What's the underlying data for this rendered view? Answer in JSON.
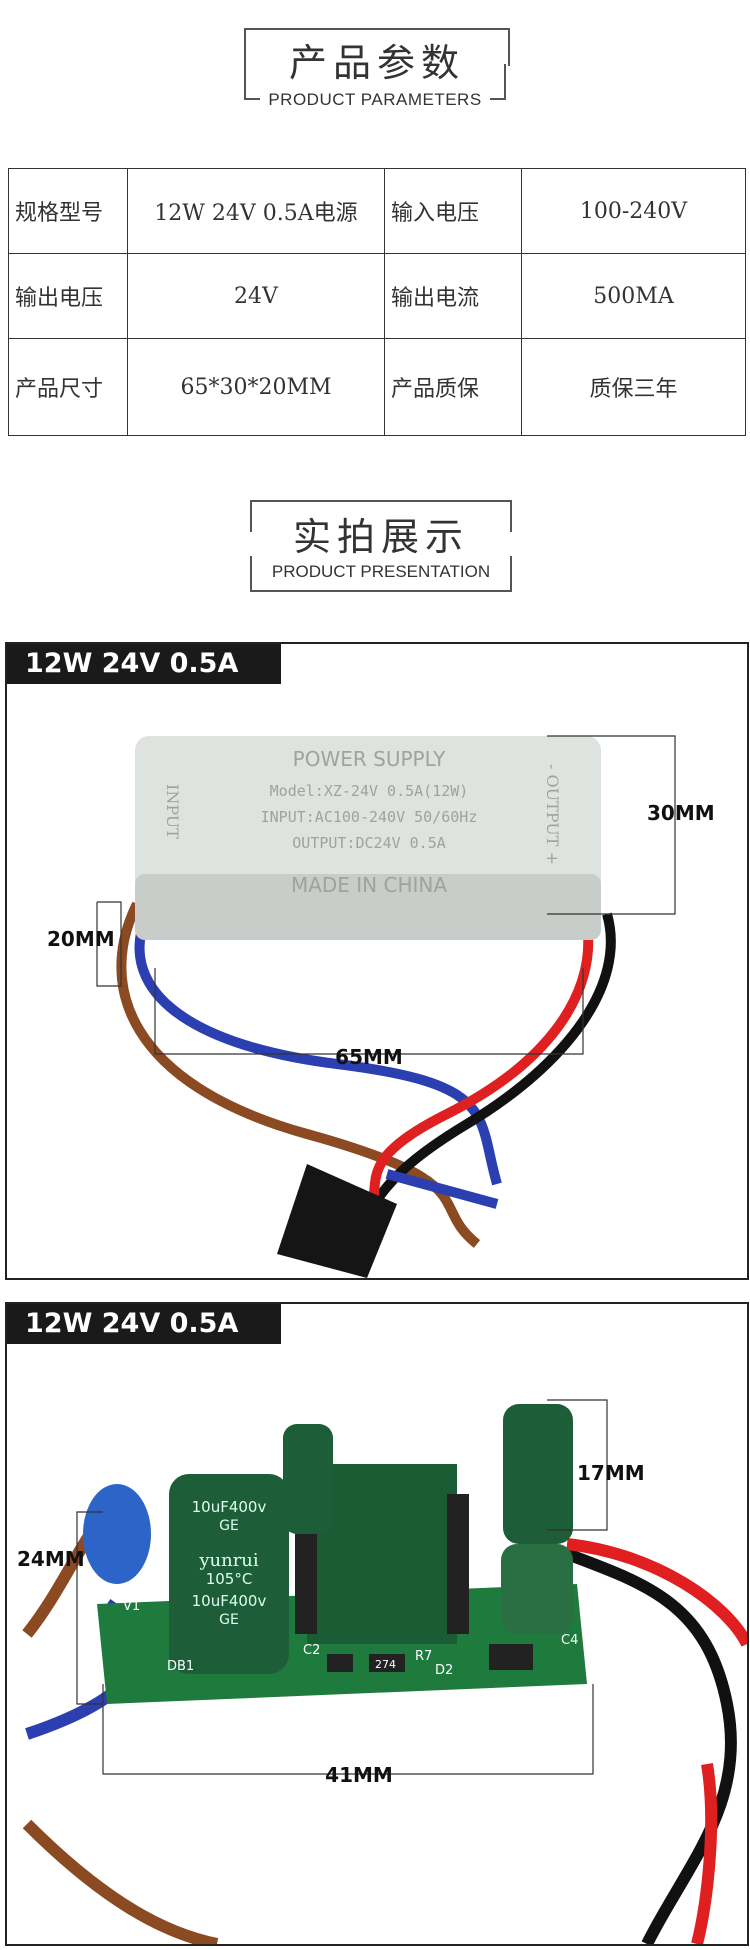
{
  "params_section": {
    "title_cn": "产品参数",
    "title_en": "PRODUCT PARAMETERS"
  },
  "params": [
    {
      "label1": "规格型号",
      "value1": "12W 24V 0.5A电源",
      "label2": "输入电压",
      "value2": "100-240V"
    },
    {
      "label1": "输出电压",
      "value1": "24V",
      "label2": "输出电流",
      "value2": "500MA"
    },
    {
      "label1": "产品尺寸",
      "value1": "65*30*20MM",
      "label2": "产品质保",
      "value2": "质保三年"
    }
  ],
  "presentation_section": {
    "title_cn": "实拍展示",
    "title_en": "PRODUCT PRESENTATION"
  },
  "photo1": {
    "badge": "12W 24V 0.5A",
    "case_text": {
      "power_supply": "POWER SUPPLY",
      "model": "Model:XZ-24V 0.5A(12W)",
      "input": "INPUT:AC100-240V 50/60Hz",
      "output": "OUTPUT:DC24V 0.5A",
      "made_in": "MADE IN CHINA",
      "input_side": "INPUT",
      "output_side": "- OUTPUT +"
    },
    "dim_height": "30MM",
    "dim_depth": "20MM",
    "dim_length": "65MM"
  },
  "photo2": {
    "badge": "12W 24V 0.5A",
    "cap_text": {
      "line1": "10uF400v",
      "line2": "GE",
      "line3": "yunrui",
      "line4": "105°C",
      "line5": "10uF400v",
      "line6": "GE"
    },
    "pcb_labels": {
      "v1": "V1",
      "db1": "DB1",
      "c2": "C2",
      "r7": "R7",
      "d2": "D2",
      "c4": "C4",
      "r274": "274"
    },
    "dim_cap": "17MM",
    "dim_height": "24MM",
    "dim_length": "41MM"
  },
  "colors": {
    "case": "#dfe3df",
    "pcb": "#1f7a3e",
    "cap_green": "#1d5e38",
    "wire_brown": "#8b4a22",
    "wire_blue": "#2b3fb0",
    "wire_red": "#e02020",
    "wire_black": "#111111"
  }
}
